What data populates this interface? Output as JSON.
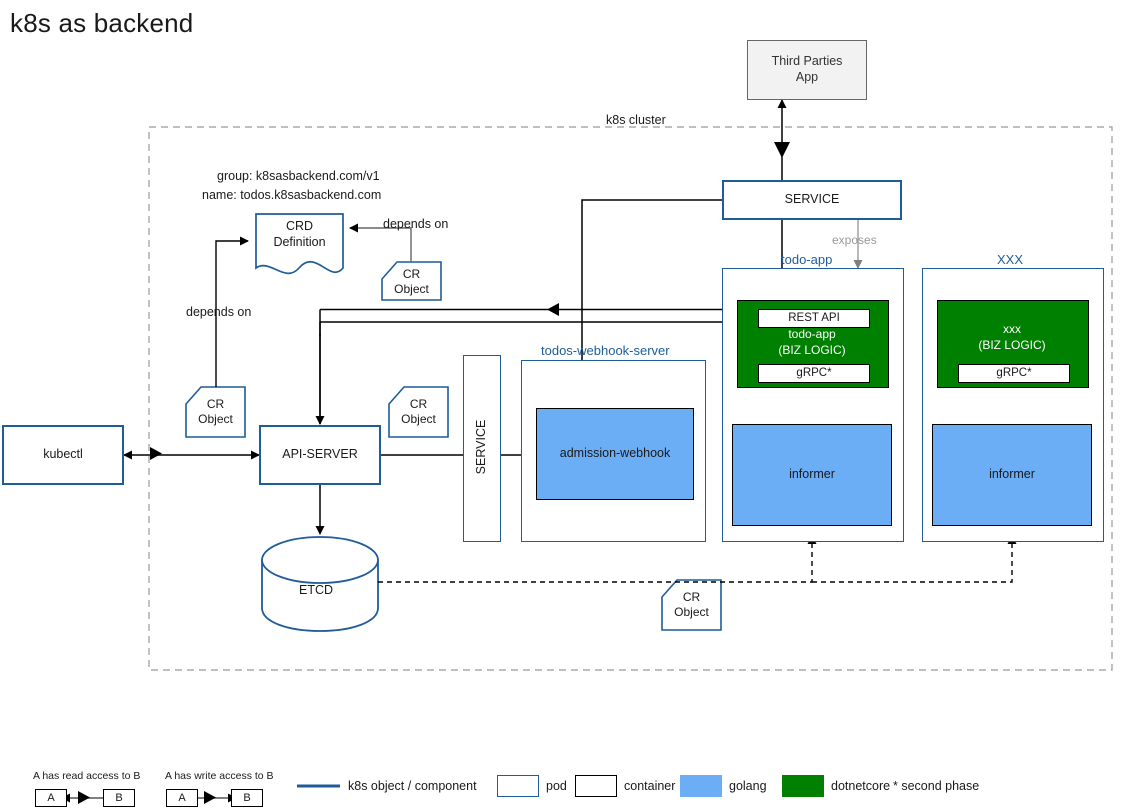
{
  "title": "k8s as backend",
  "cluster": {
    "label": "k8s cluster"
  },
  "crd": {
    "group_line": "group: k8sasbackend.com/v1",
    "name_line": "name: todos.k8sasbackend.com",
    "definition_l1": "CRD",
    "definition_l2": "Definition",
    "depends_on_right": "depends on",
    "depends_on_left": "depends on"
  },
  "cr_objects": [
    {
      "l1": "CR",
      "l2": "Object"
    },
    {
      "l1": "CR",
      "l2": "Object"
    },
    {
      "l1": "CR",
      "l2": "Object"
    },
    {
      "l1": "CR",
      "l2": "Object"
    }
  ],
  "nodes": {
    "third_parties_l1": "Third Parties",
    "third_parties_l2": "App",
    "service_top": "SERVICE",
    "service_vertical": "SERVICE",
    "exposes": "exposes",
    "kubectl": "kubectl",
    "api_server": "API-SERVER",
    "etcd": "ETCD",
    "admission_webhook": "admission-webhook",
    "webhook_pod_label": "todos-webhook-server"
  },
  "pods": [
    {
      "label": "todo-app",
      "rest_api": "REST API",
      "biz_l1": "todo-app",
      "biz_l2": "(BIZ LOGIC)",
      "grpc": "gRPC*",
      "informer": "informer"
    },
    {
      "label": "XXX",
      "rest_api": "",
      "biz_l1": "xxx",
      "biz_l2": "(BIZ LOGIC)",
      "grpc": "gRPC*",
      "informer": "informer"
    }
  ],
  "legend": {
    "read_caption": "A has read access to B",
    "write_caption": "A has write access to B",
    "read_a": "A",
    "read_b": "B",
    "write_a": "A",
    "write_b": "B",
    "line_label": "k8s object / component",
    "pod_label": "pod",
    "container_label": "container",
    "golang_label": "golang",
    "dotnetcore_label": "dotnetcore",
    "footnote": "* second phase"
  },
  "colors": {
    "brand_blue": "#1f5c99",
    "golang_blue": "#6BAEF5",
    "dotnetcore_green": "#008000",
    "grey_fill": "#f2f2f2",
    "grey_text": "#999999"
  }
}
